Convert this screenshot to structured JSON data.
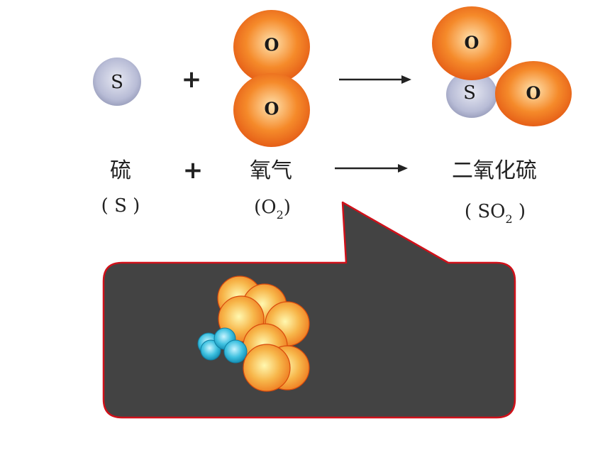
{
  "equation": {
    "reactant1": {
      "atom": "S",
      "name": "硫",
      "formula": "( S )"
    },
    "plus1": "+",
    "reactant2": {
      "atom_top": "O",
      "atom_bottom": "O",
      "name": "氧气",
      "formula_open": "(O",
      "formula_sub": "2",
      "formula_close": ")"
    },
    "plus2": "+",
    "product": {
      "atom_o_top": "O",
      "atom_s": "S",
      "atom_o_right": "O",
      "name": "二氧化硫",
      "formula_open": "( SO",
      "formula_sub": "2",
      "formula_close": " )"
    }
  },
  "colors": {
    "sulfur_atom": "#b8bcd6",
    "oxygen_atom": "#f07020",
    "callout_fill": "#434343",
    "callout_border": "#d0111a",
    "cluster_orange": "#f39a2c",
    "cluster_blue": "#2fb6d6"
  },
  "icons": [
    "sulfur-atom-icon",
    "oxygen-atom-icon",
    "reaction-arrow-icon",
    "molecule-cluster-icon"
  ]
}
